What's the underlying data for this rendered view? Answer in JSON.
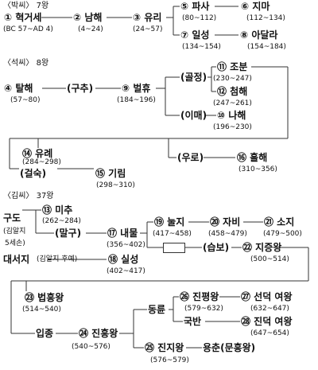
{
  "park": {
    "header": "〈박씨〉 7왕",
    "n1": "① 혁거세",
    "y1": "(BC 57~AD 4)",
    "n2": "② 남해",
    "y2": "(4~24)",
    "n3": "③ 유리",
    "y3": "(24~57)",
    "n5": "⑤ 파사",
    "y5": "(80~112)",
    "n6": "⑥ 지마",
    "y6": "(112~134)",
    "n7": "⑦ 일성",
    "y7": "(134~154)",
    "n8": "⑧ 아달라",
    "y8": "(154~184)"
  },
  "seok": {
    "header": "〈석씨〉 8왕",
    "n4": "④ 탈해",
    "y4": "(57~80)",
    "gucheo": "(구추)",
    "n9": "⑨ 벌휴",
    "y9": "(184~196)",
    "goljeong": "(골정)",
    "imae": "(이매)",
    "n11": "⑪ 조분",
    "y11": "(230~247)",
    "n12": "⑫ 첨해",
    "y12": "(247~261)",
    "n10": "⑩ 나해",
    "y10": "(196~230)",
    "n14": "⑭ 유례",
    "y14": "(284~298)",
    "geolsuk": "(걸숙)",
    "n15": "⑮ 기림",
    "y15": "(298~310)",
    "uro": "(우로)",
    "n16": "⑯ 흘해",
    "y16": "(310~356)"
  },
  "kim": {
    "header": "〈김씨〉 37왕",
    "gudo": "구도",
    "gudo_note": "(김알지",
    "gudo_note2": "5세손)",
    "n13": "⑬ 미추",
    "y13": "(262~284)",
    "malgu": "(말구)",
    "n17": "⑰ 내물",
    "y17": "(356~402)",
    "daeseoji": "대서지",
    "daeseoji_note": "(김알지 후예)",
    "n18": "⑱ 실성",
    "y18": "(402~417)",
    "n19": "⑲ 눌지",
    "y19": "(417~458)",
    "n20": "⑳ 자비",
    "y20": "(458~479)",
    "n21": "㉑ 소지",
    "y21": "(479~500)",
    "seupbo": "(습보)",
    "n22": "㉒ 지증왕",
    "y22": "(500~514)",
    "n23": "㉓ 법흥왕",
    "y23": "(514~540)",
    "ipjong": "입종",
    "n24": "㉔ 진흥왕",
    "y24": "(540~576)",
    "dongnyun": "동륜",
    "n26": "㉖ 진평왕",
    "y26": "(579~632)",
    "n27": "㉗ 선덕 여왕",
    "y27": "(632~647)",
    "gukban": "국반",
    "n28": "㉘ 진덕 여왕",
    "y28": "(647~654)",
    "n25": "㉕ 진지왕",
    "y25": "(576~579)",
    "yongchun": "용춘(문흥왕)"
  }
}
